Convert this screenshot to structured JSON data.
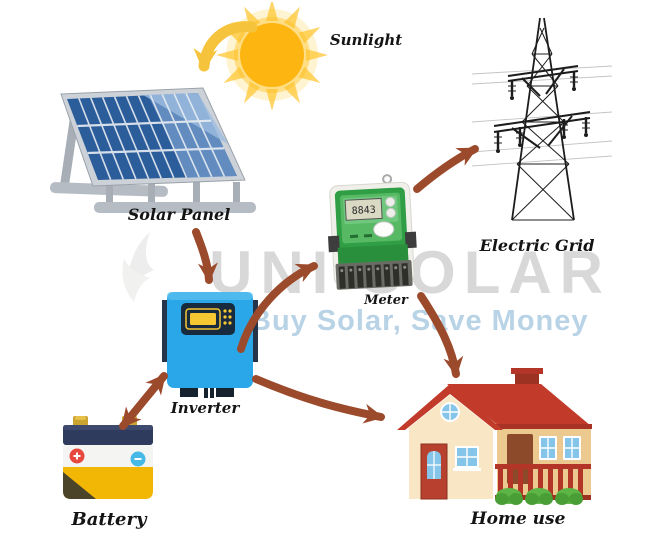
{
  "diagram": {
    "labels": {
      "sunlight": "Sunlight",
      "solar_panel": "Solar Panel",
      "inverter": "Inverter",
      "battery": "Battery",
      "meter": "Meter",
      "electric_grid": "Electric Grid",
      "home_use": "Home use"
    },
    "meter_reading": "8843",
    "connections": [
      {
        "from": "Sunlight",
        "to": "Solar Panel",
        "direction": "one-way"
      },
      {
        "from": "Solar Panel",
        "to": "Inverter",
        "direction": "one-way"
      },
      {
        "from": "Inverter",
        "to": "Battery",
        "direction": "two-way"
      },
      {
        "from": "Inverter",
        "to": "Meter",
        "direction": "one-way"
      },
      {
        "from": "Inverter",
        "to": "Home use",
        "direction": "one-way"
      },
      {
        "from": "Meter",
        "to": "Electric Grid",
        "direction": "one-way"
      },
      {
        "from": "Meter",
        "to": "Home use",
        "direction": "one-way"
      }
    ]
  },
  "watermark": {
    "brand": "UNI SOLAR",
    "tagline": "Buy Solar, Save Money"
  },
  "colors": {
    "arrow": "#9c4a2c",
    "sun-arrow": "#f6c43c",
    "sun-core": "#fdb511",
    "panel-blue": "#2b5d9b",
    "inverter-blue": "#2aa7e8",
    "meter-green": "#2f9e44",
    "battery-yellow": "#f2b705",
    "roof-red": "#c23b2a",
    "wall-cream": "#f9e6c5"
  }
}
